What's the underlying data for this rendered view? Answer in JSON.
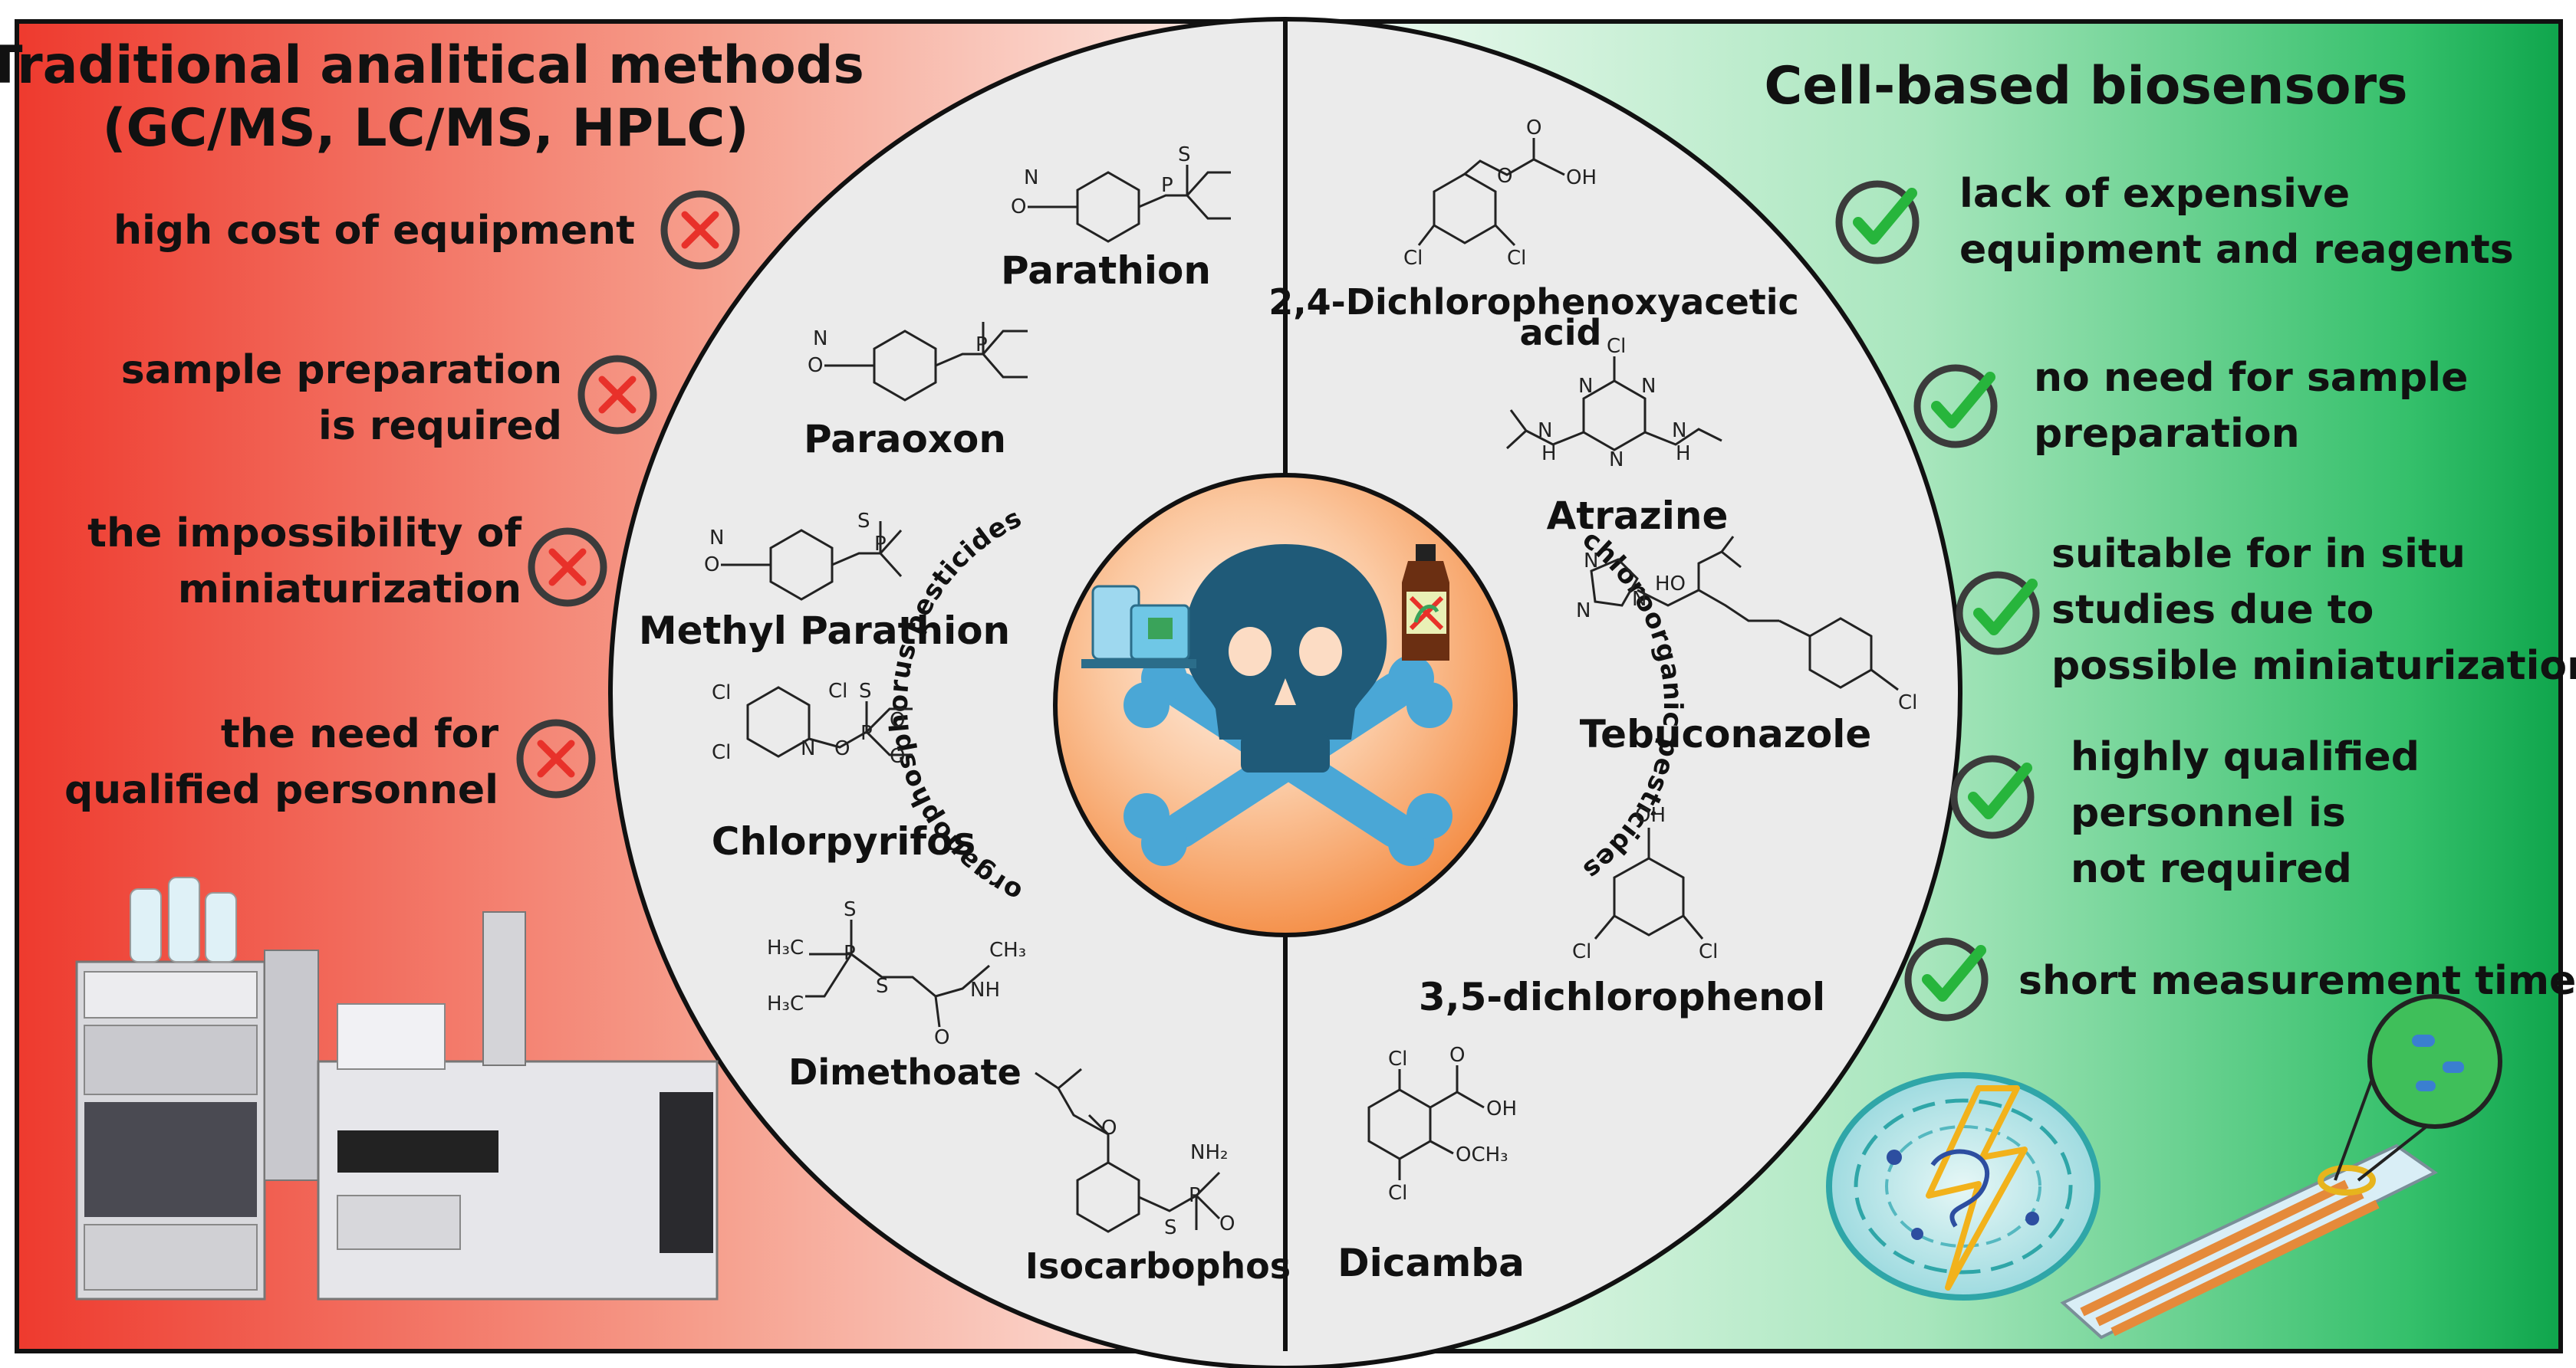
{
  "left_panel": {
    "title_line1": "Traditional analitical methods",
    "title_line2": "(GC/MS, LC/MS, HPLC)",
    "drawbacks": [
      {
        "lines": [
          "high cost of equipment"
        ]
      },
      {
        "lines": [
          "sample preparation",
          "is required"
        ]
      },
      {
        "lines": [
          "the impossibility of",
          "miniaturization"
        ]
      },
      {
        "lines": [
          "the need for",
          "qualified personnel"
        ]
      }
    ],
    "colors": {
      "edge": "#ee3a2e",
      "fade": "#fbe5de",
      "cross": "#e8312a"
    }
  },
  "right_panel": {
    "title": "Cell-based biosensors",
    "advantages": [
      {
        "lines": [
          "lack of expensive",
          "equipment and reagents"
        ]
      },
      {
        "lines": [
          "no need for sample",
          "preparation"
        ]
      },
      {
        "lines": [
          "suitable for in situ",
          "studies due to",
          "possible miniaturization"
        ]
      },
      {
        "lines": [
          "highly qualified",
          "personnel is",
          "not required"
        ]
      },
      {
        "lines": [
          "short measurement time"
        ]
      }
    ],
    "colors": {
      "edge": "#0ea64c",
      "fade": "#e3f7ea",
      "check": "#27b53c"
    }
  },
  "center": {
    "left_arc_label": "organophosphorus pesticides",
    "right_arc_label": "chloroorganic pesticides",
    "center_colors": {
      "core": "#fde8d8",
      "rim": "#f58a3a",
      "skull": "#1f5a78",
      "bones": "#4aa7d6"
    }
  },
  "organophosphorus": [
    {
      "name": "Parathion",
      "atoms": [
        "O",
        "S",
        "P",
        "N"
      ]
    },
    {
      "name": "Paraoxon",
      "atoms": [
        "O",
        "P",
        "N"
      ]
    },
    {
      "name": "Methyl Parathion",
      "atoms": [
        "O",
        "S",
        "P",
        "N"
      ]
    },
    {
      "name": "Chlorpyrifos",
      "atoms": [
        "Cl",
        "Cl",
        "Cl",
        "N",
        "S",
        "P",
        "O",
        "O",
        "O"
      ]
    },
    {
      "name": "Dimethoate",
      "atoms": [
        "S",
        "H₃C",
        "P",
        "H₃C",
        "S",
        "CH₃",
        "NH",
        "O"
      ]
    },
    {
      "name": "Isocarbophos",
      "atoms": [
        "O",
        "NH₂",
        "P",
        "S",
        "O"
      ]
    }
  ],
  "chloroorganic": [
    {
      "name": "2,4-Dichlorophenoxyacetic acid",
      "name_lines": [
        "2,4-Dichlorophenoxyacetic",
        "acid"
      ],
      "atoms": [
        "O",
        "OH",
        "Cl",
        "Cl",
        "O"
      ]
    },
    {
      "name": "Atrazine",
      "atoms": [
        "Cl",
        "N",
        "N",
        "N",
        "N",
        "H",
        "N",
        "H"
      ]
    },
    {
      "name": "Tebuconazole",
      "atoms": [
        "N",
        "N",
        "N",
        "HO",
        "Cl"
      ]
    },
    {
      "name": "3,5-dichlorophenol",
      "atoms": [
        "OH",
        "Cl",
        "Cl"
      ]
    },
    {
      "name": "Dicamba",
      "atoms": [
        "Cl",
        "O",
        "OH",
        "Cl",
        "OCH₃"
      ]
    }
  ]
}
